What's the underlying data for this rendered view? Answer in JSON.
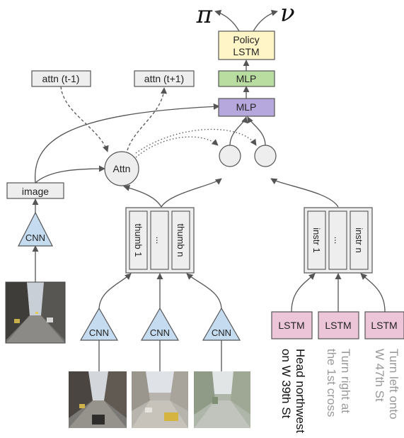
{
  "outputs": {
    "pi": "π",
    "nu": "ν"
  },
  "policy_lstm": {
    "line1": "Policy",
    "line2": "LSTM"
  },
  "mlp_top": "MLP",
  "mlp_bottom": "MLP",
  "attn_prev": "attn (t-1)",
  "attn_next": "attn (t+1)",
  "attn_node": "Attn",
  "image_box": "image",
  "cnn_label": "CNN",
  "thumbs": [
    "thumb 1",
    "...",
    "thumb n"
  ],
  "instrs": [
    "instr 1",
    "...",
    "instr n"
  ],
  "lstm_label": "LSTM",
  "instructions": [
    {
      "line1": "Head northwest",
      "line2": "on W 39th St",
      "color": "#111111"
    },
    {
      "line1": "Turn right at",
      "line2": "the 1st cross",
      "color": "#999999"
    },
    {
      "line1": "Turn left onto",
      "line2": "W 47th St",
      "color": "#999999"
    }
  ],
  "colors": {
    "policy": "#fff5c6",
    "mlp_top": "#b9dca0",
    "mlp_bottom": "#b6a8dd",
    "cnn": "#c5dbf0",
    "lstm": "#ecc5d8",
    "box": "#eeeeee"
  }
}
